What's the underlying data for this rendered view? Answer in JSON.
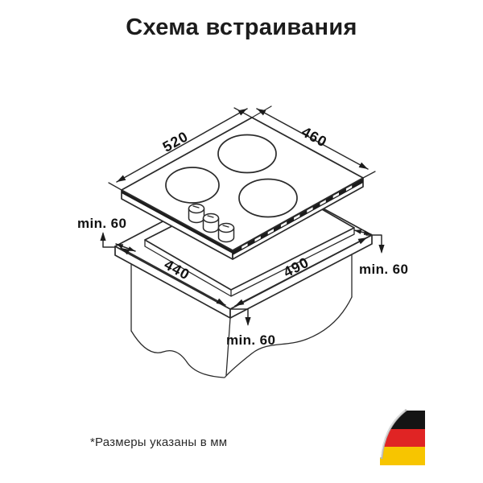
{
  "title": "Схема встраивания",
  "footnote": "*Размеры указаны в мм",
  "diagram": {
    "colors": {
      "line": "#2a2a2a",
      "dark_band": "#1c1c1c"
    },
    "dimensions": {
      "hob_width": "520",
      "hob_depth": "460",
      "cutout_width": "440",
      "cutout_depth": "490"
    },
    "clearances": {
      "left": "min. 60",
      "right": "min. 60",
      "front": "min. 60"
    }
  },
  "flag_icon": {
    "label": "germany-flag",
    "black": "#141414",
    "red": "#e02424",
    "gold": "#f7c500"
  }
}
